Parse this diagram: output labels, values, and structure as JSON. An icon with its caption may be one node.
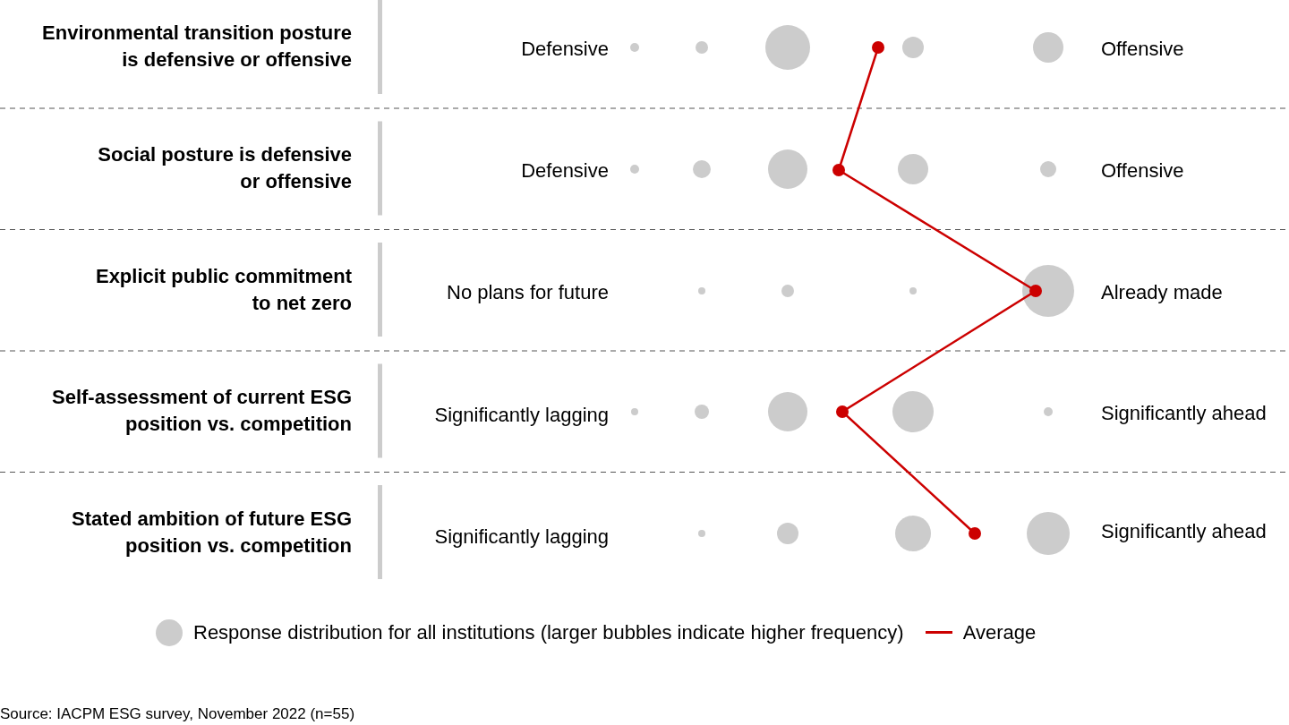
{
  "diagram": {
    "caption": "Source: IACPM ESG survey, November 2022 (n=55)",
    "labels": [
      "Environmental transition posture is defensive or offensive",
      "Defensive",
      "Offensive",
      "Social posture is defensive or offensive",
      "Defensive",
      "Offensive",
      "Explicit public commitment to net zero",
      "No plans for future",
      "Already made",
      "Self-assessment of current ESG position vs. competition",
      "Significantly lagging",
      "Significantly ahead",
      "Stated ambition of future ESG position vs. competition",
      "Significantly lagging",
      "Significantly ahead"
    ],
    "legend": [
      {
        "text": "Response distribution for all institutions (larger bubbles indicate higher frequency)"
      },
      {
        "text": "Average"
      }
    ]
  }
}
